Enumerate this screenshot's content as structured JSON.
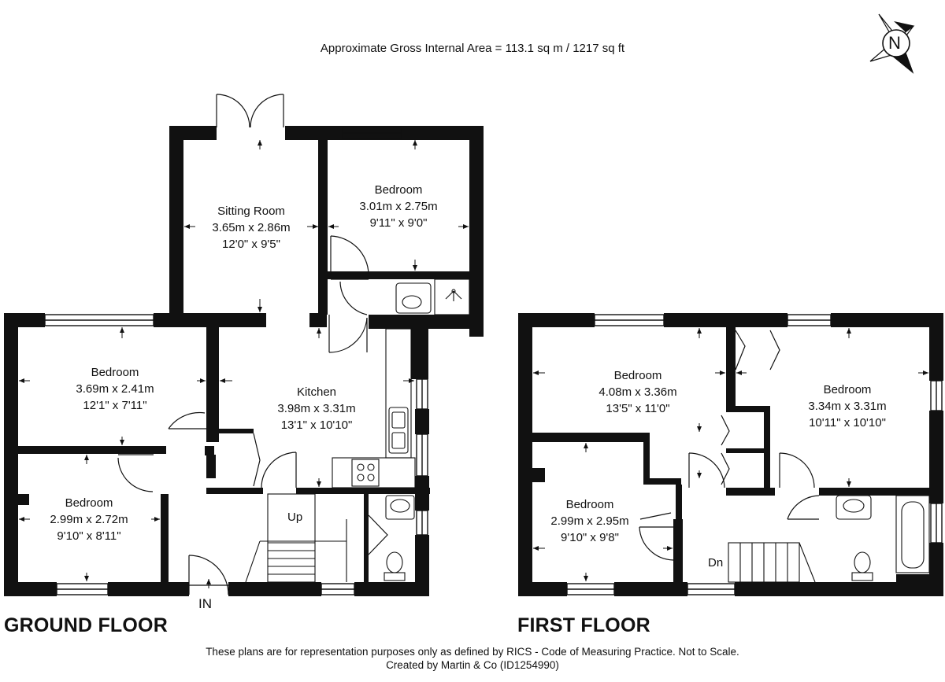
{
  "header": {
    "area": "Approximate Gross Internal Area = 113.1 sq m / 1217 sq ft"
  },
  "compass": {
    "label": "N"
  },
  "ground_floor": {
    "title": "GROUND FLOOR",
    "rooms": {
      "sitting_room": {
        "name": "Sitting Room",
        "metric": "3.65m x 2.86m",
        "imperial": "12'0\" x 9'5\""
      },
      "bedroom_a": {
        "name": "Bedroom",
        "metric": "3.01m x 2.75m",
        "imperial": "9'11\" x 9'0\""
      },
      "bedroom_b": {
        "name": "Bedroom",
        "metric": "3.69m x 2.41m",
        "imperial": "12'1\" x 7'11\""
      },
      "kitchen": {
        "name": "Kitchen",
        "metric": "3.98m x 3.31m",
        "imperial": "13'1\" x 10'10\""
      },
      "bedroom_c": {
        "name": "Bedroom",
        "metric": "2.99m x 2.72m",
        "imperial": "9'10\" x 8'11\""
      }
    },
    "stairs_label": "Up",
    "entrance_label": "IN"
  },
  "first_floor": {
    "title": "FIRST FLOOR",
    "rooms": {
      "bedroom_d": {
        "name": "Bedroom",
        "metric": "4.08m x 3.36m",
        "imperial": "13'5\" x 11'0\""
      },
      "bedroom_e": {
        "name": "Bedroom",
        "metric": "3.34m x 3.31m",
        "imperial": "10'11\" x 10'10\""
      },
      "bedroom_f": {
        "name": "Bedroom",
        "metric": "2.99m x 2.95m",
        "imperial": "9'10\" x 9'8\""
      }
    },
    "stairs_label": "Dn"
  },
  "footer": {
    "disclaimer": "These plans are for representation purposes only as defined by RICS - Code of Measuring Practice. Not to Scale.",
    "credit": "Created by Martin & Co (ID1254990)"
  }
}
